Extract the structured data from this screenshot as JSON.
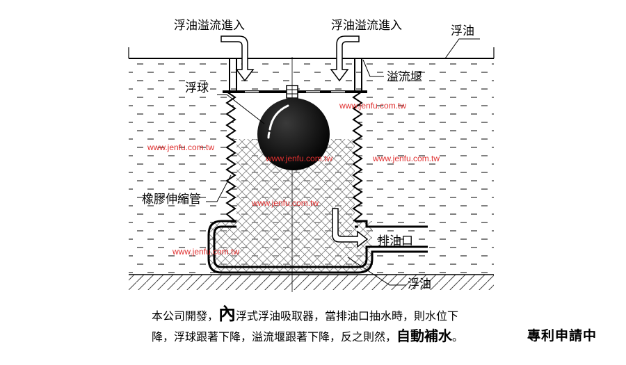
{
  "labels": {
    "inflow_left": "浮油溢流進入",
    "inflow_right": "浮油溢流進入",
    "surface_oil": "浮油",
    "overflow_weir": "溢流堰",
    "float_ball": "浮球",
    "rubber_bellows": "橡膠伸縮管",
    "drain_outlet": "排油口",
    "bottom_oil": "浮油"
  },
  "watermarks": [
    "www.jenfu.com.tw",
    "www.jenfu.com.tw",
    "www.jenfu.com.tw",
    "www.jenfu.com.tw",
    "www.jenfu.com.tw",
    "www.jenfu.com.tw"
  ],
  "description": {
    "part1": "本公司開發，",
    "em1": "內",
    "part2": "浮式浮油吸取器，當排油口抽水時，則水位下降，浮球跟著下降，溢流堰跟著下降，反之則然，",
    "em2": "自動補水",
    "part3": "。"
  },
  "patent_status": "專利申請中"
}
